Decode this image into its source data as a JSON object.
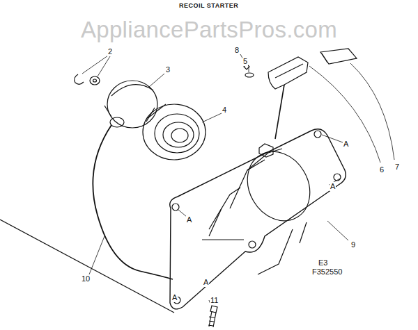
{
  "diagram": {
    "title": "RECOIL STARTER",
    "labels": [
      "AppliancePartsPros.com",
      "2",
      "3",
      "4",
      "8",
      "5",
      "7",
      "6",
      "9",
      "10",
      "A",
      "11",
      "A",
      "A",
      "A",
      "A",
      "E3",
      "F352550"
    ]
  }
}
